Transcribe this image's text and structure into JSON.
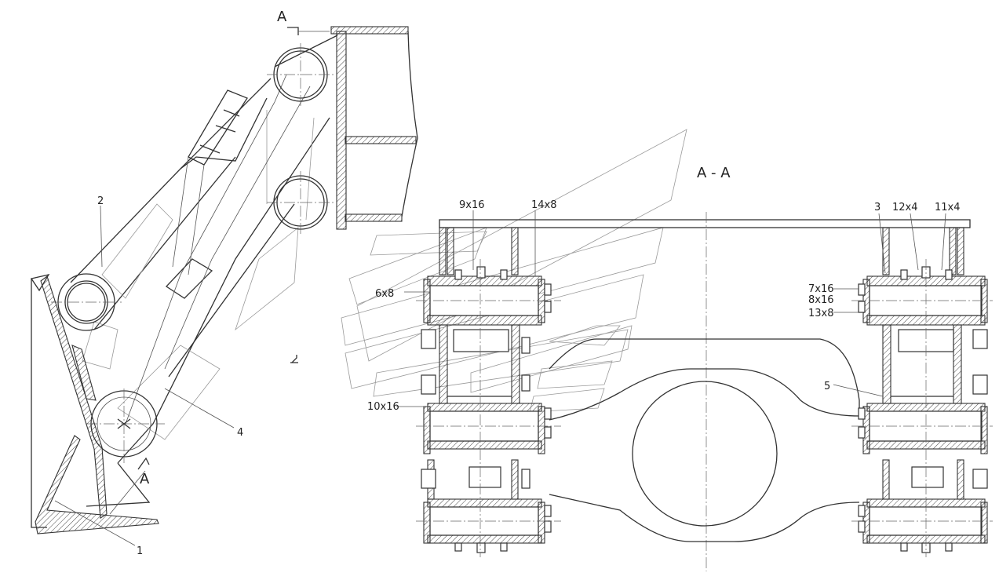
{
  "drawing": {
    "section_title": "A - A",
    "section_mark_top": "A",
    "section_mark_bottom": "A",
    "left_view_labels": [
      "1",
      "2",
      "4"
    ],
    "section_labels": [
      {
        "id": "9x16",
        "text": "9x16"
      },
      {
        "id": "14x8",
        "text": "14x8"
      },
      {
        "id": "6x8",
        "text": "6x8"
      },
      {
        "id": "10x16",
        "text": "10x16"
      },
      {
        "id": "3",
        "text": "3"
      },
      {
        "id": "12x4",
        "text": "12x4"
      },
      {
        "id": "11x4",
        "text": "11x4"
      },
      {
        "id": "7x16",
        "text": "7x16"
      },
      {
        "id": "8x16",
        "text": "8x16"
      },
      {
        "id": "13x8",
        "text": "13x8"
      },
      {
        "id": "5",
        "text": "5"
      }
    ]
  }
}
